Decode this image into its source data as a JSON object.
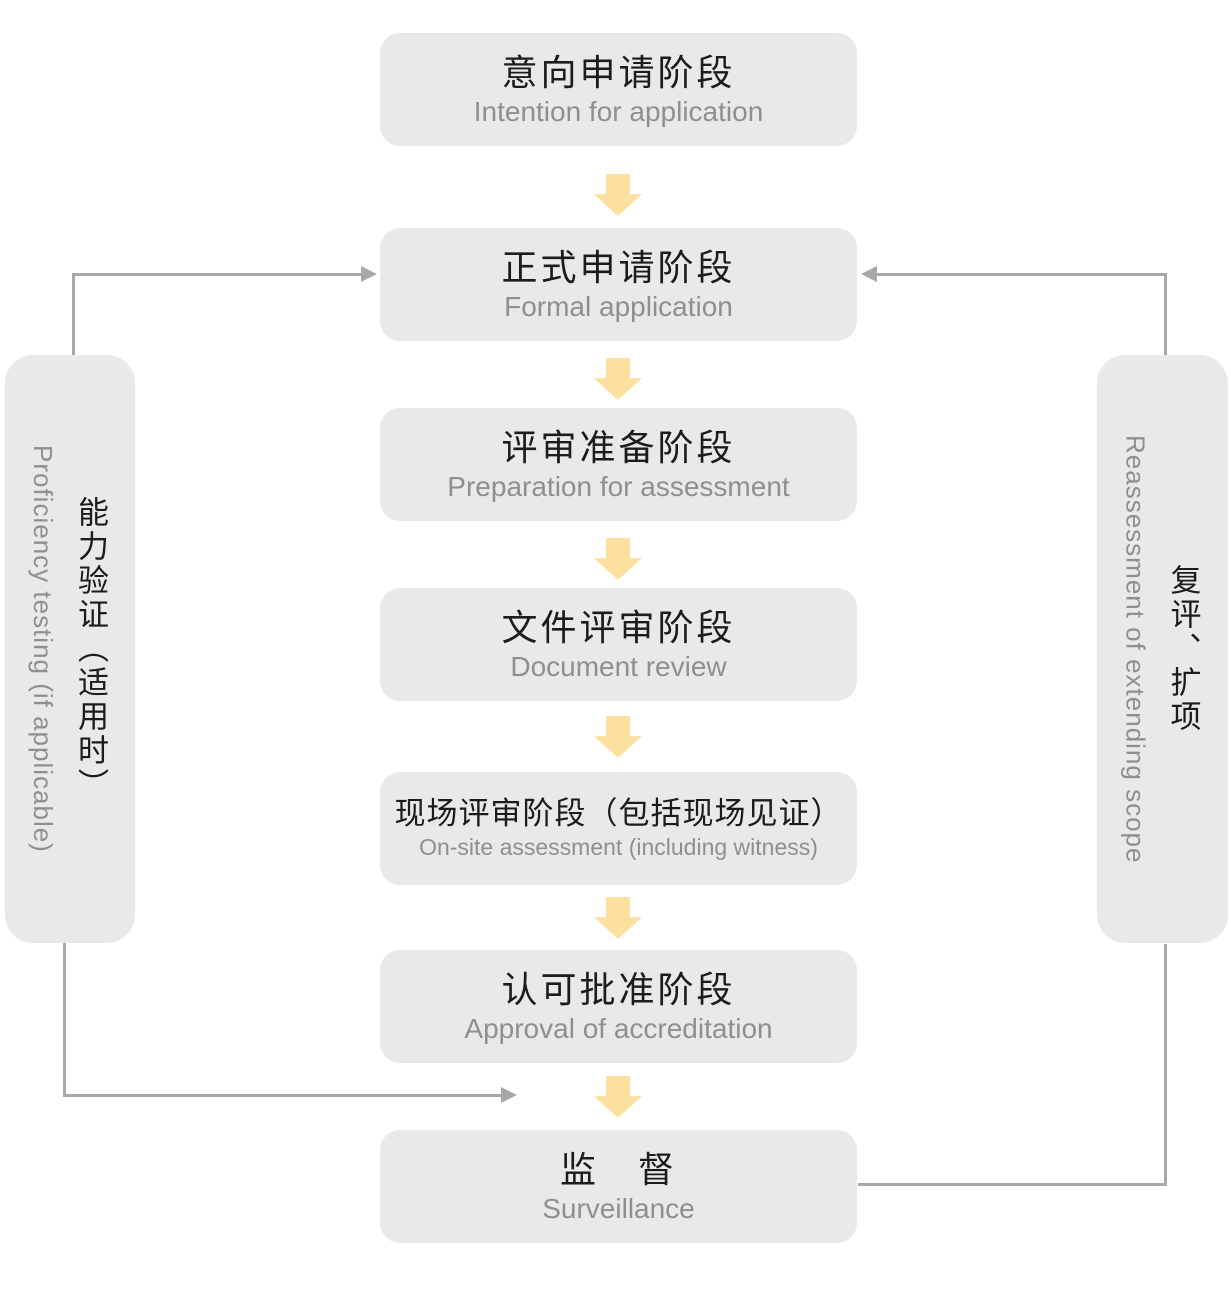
{
  "diagram": {
    "type": "flowchart",
    "nodes": [
      {
        "id": "intention",
        "zh": "意向申请阶段",
        "en": "Intention for application"
      },
      {
        "id": "formal",
        "zh": "正式申请阶段",
        "en": "Formal application"
      },
      {
        "id": "preparation",
        "zh": "评审准备阶段",
        "en": "Preparation for assessment"
      },
      {
        "id": "document",
        "zh": "文件评审阶段",
        "en": "Document review"
      },
      {
        "id": "onsite",
        "zh": "现场评审阶段（包括现场见证）",
        "en": "On-site assessment (including witness)"
      },
      {
        "id": "approval",
        "zh": "认可批准阶段",
        "en": "Approval of accreditation"
      },
      {
        "id": "surveillance",
        "zh": "监　督",
        "en": "Surveillance"
      }
    ],
    "side_notes": [
      {
        "id": "proficiency",
        "side": "left",
        "zh": "能力验证（适用时）",
        "en": "Proficiency testing (if applicable)"
      },
      {
        "id": "reassessment",
        "side": "right",
        "zh": "复评、扩项",
        "en": "Reassessment of extending scope"
      }
    ],
    "edges": [
      {
        "from": "intention",
        "to": "formal",
        "style": "yellow-block-arrow"
      },
      {
        "from": "formal",
        "to": "preparation",
        "style": "yellow-block-arrow"
      },
      {
        "from": "preparation",
        "to": "document",
        "style": "yellow-block-arrow"
      },
      {
        "from": "document",
        "to": "onsite",
        "style": "yellow-block-arrow"
      },
      {
        "from": "onsite",
        "to": "approval",
        "style": "yellow-block-arrow"
      },
      {
        "from": "approval",
        "to": "surveillance",
        "style": "yellow-block-arrow"
      },
      {
        "from": "proficiency",
        "to": "formal",
        "style": "gray-elbow-arrow"
      },
      {
        "from": "proficiency",
        "to": "surveillance",
        "style": "gray-elbow-arrow"
      },
      {
        "from": "reassessment",
        "to": "formal",
        "style": "gray-elbow-arrow"
      },
      {
        "from": "surveillance",
        "to": "reassessment",
        "style": "gray-elbow-line"
      }
    ],
    "colors": {
      "node_bg": "#e9e9e9",
      "zh_text": "#1c1c1c",
      "en_text": "#8f8f8f",
      "flow_arrow": "#fce0a0",
      "connector": "#a8a8a8",
      "background": "#ffffff"
    }
  }
}
